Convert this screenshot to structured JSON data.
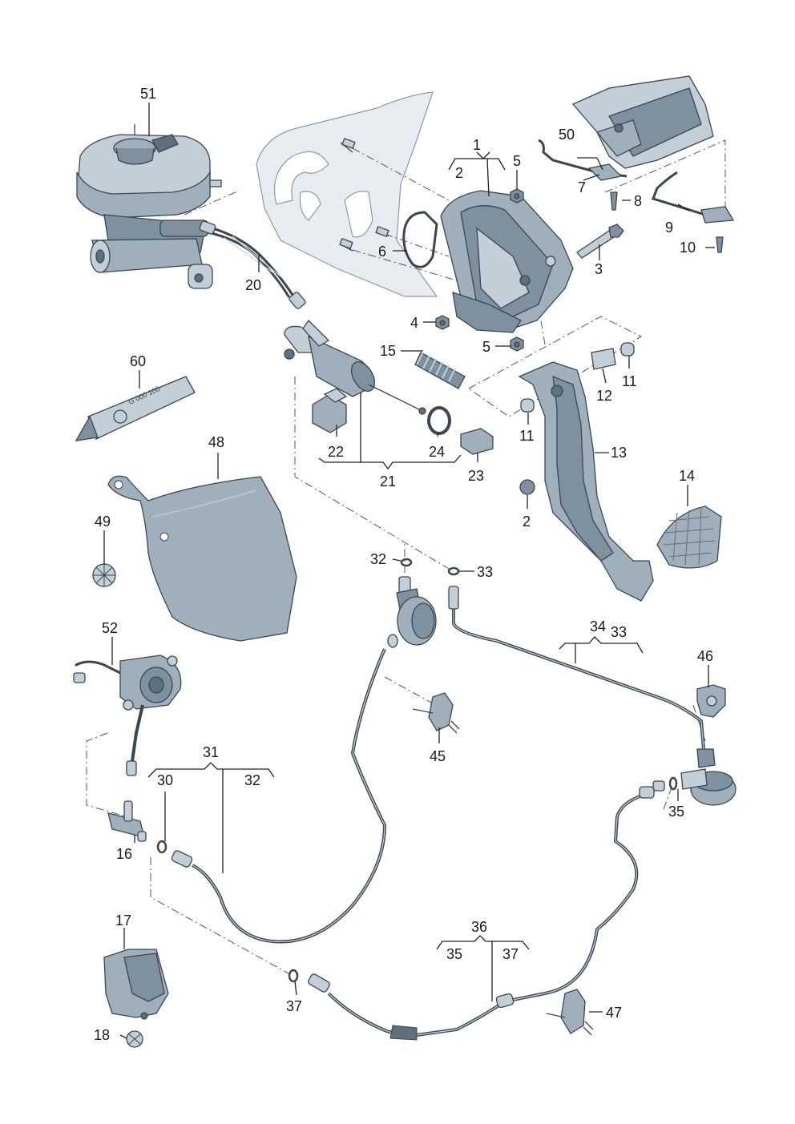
{
  "labels": {
    "l1": "1",
    "l2a": "2",
    "l2b": "2",
    "l3": "3",
    "l4": "4",
    "l5a": "5",
    "l5b": "5",
    "l6": "6",
    "l7": "7",
    "l8": "8",
    "l9": "9",
    "l10": "10",
    "l11a": "11",
    "l11b": "11",
    "l12": "12",
    "l13": "13",
    "l14": "14",
    "l15": "15",
    "l16": "16",
    "l17": "17",
    "l18": "18",
    "l20": "20",
    "l21": "21",
    "l22": "22",
    "l23": "23",
    "l24": "24",
    "l30": "30",
    "l31": "31",
    "l32a": "32",
    "l32b": "32",
    "l33a": "33",
    "l33b": "33",
    "l34": "34",
    "l35a": "35",
    "l35b": "35",
    "l36": "36",
    "l37a": "37",
    "l37b": "37",
    "l45": "45",
    "l46": "46",
    "l47": "47",
    "l48": "48",
    "l49": "49",
    "l50": "50",
    "l51": "51",
    "l52": "52",
    "l60": "60"
  },
  "tube_marking": "G 000 100"
}
